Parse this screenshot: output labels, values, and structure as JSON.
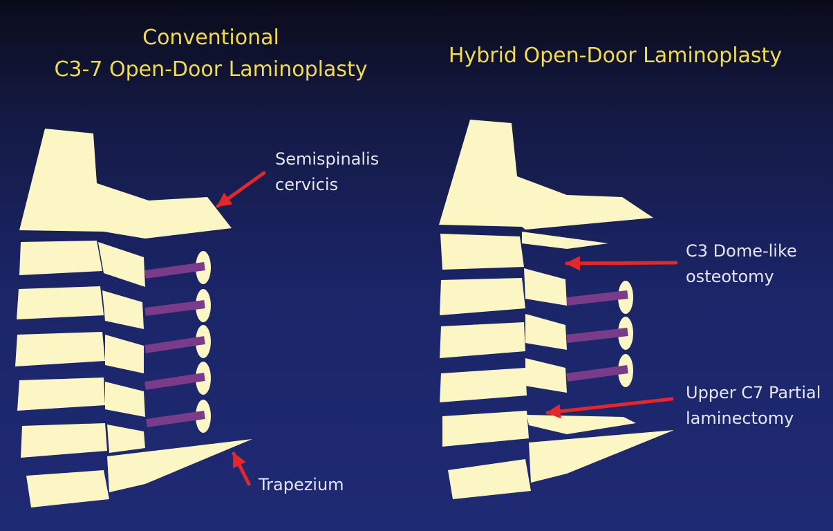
{
  "left_panel": {
    "title_line1": "Conventional",
    "title_line2": "C3-7 Open-Door Laminoplasty",
    "labels": {
      "semispinalis_line1": "Semispinalis",
      "semispinalis_line2": "cervicis",
      "trapezium": "Trapezium"
    }
  },
  "right_panel": {
    "title": "Hybrid Open-Door Laminoplasty",
    "labels": {
      "osteotomy_line1": "C3 Dome-like",
      "osteotomy_line2": "osteotomy",
      "laminectomy_line1": "Upper C7 Partial",
      "laminectomy_line2": "laminectomy"
    }
  },
  "colors": {
    "bone": "#fbf6c4",
    "hinge": "#7a3b8a",
    "arrow": "#e5262b",
    "title": "#f2dc4a",
    "label": "#e6e6ee"
  }
}
